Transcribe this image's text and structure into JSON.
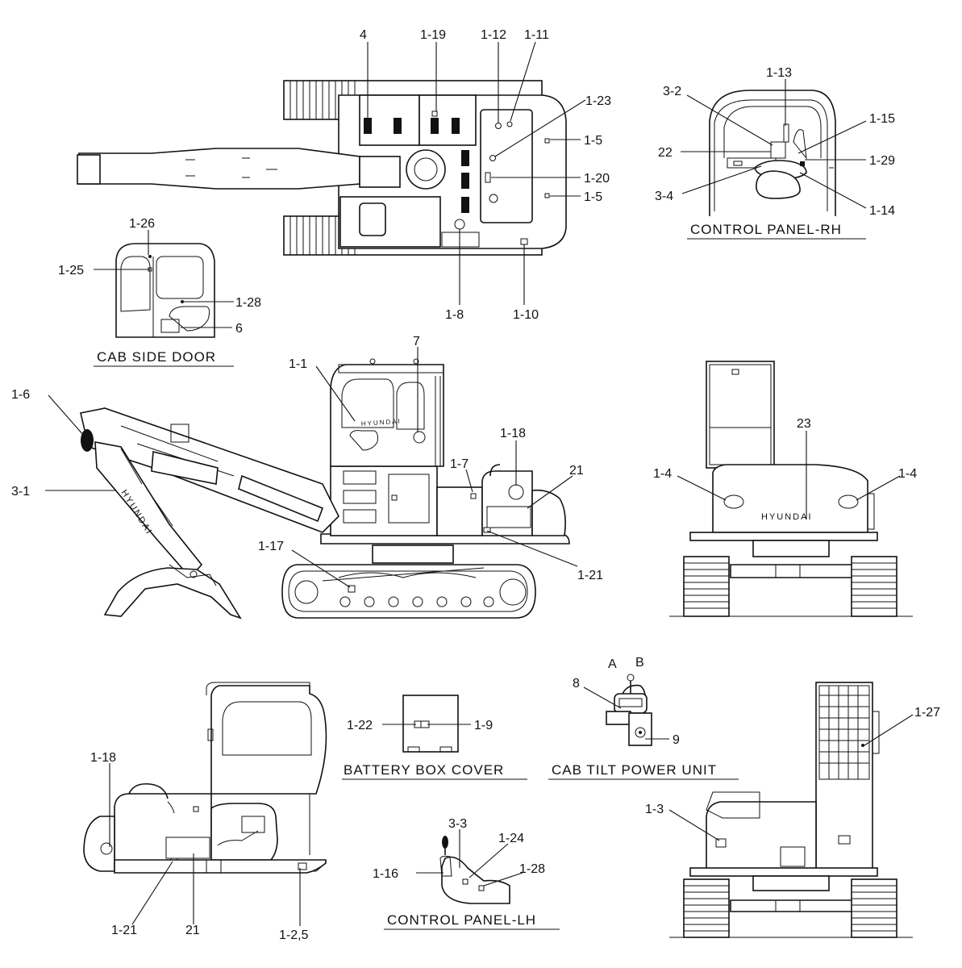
{
  "captions": {
    "control_panel_rh": "CONTROL PANEL-RH",
    "cab_side_door": "CAB SIDE DOOR",
    "battery_box_cover": "BATTERY BOX COVER",
    "cab_tilt_power_unit": "CAB TILT POWER UNIT",
    "control_panel_lh": "CONTROL PANEL-LH"
  },
  "brand_text": "HYUNDAI",
  "labels": {
    "l_4": "4",
    "l_1_19": "1-19",
    "l_1_12": "1-12",
    "l_1_11": "1-11",
    "l_1_23": "1-23",
    "l_1_5a": "1-5",
    "l_1_20": "1-20",
    "l_1_5b": "1-5",
    "l_1_8": "1-8",
    "l_1_10": "1-10",
    "l_1_26": "1-26",
    "l_1_25": "1-25",
    "l_1_28a": "1-28",
    "l_6": "6",
    "l_3_2": "3-2",
    "l_1_13": "1-13",
    "l_1_15": "1-15",
    "l_22": "22",
    "l_1_29": "1-29",
    "l_3_4": "3-4",
    "l_1_14": "1-14",
    "l_1_1": "1-1",
    "l_7": "7",
    "l_1_6": "1-6",
    "l_3_1": "3-1",
    "l_1_18a": "1-18",
    "l_1_7": "1-7",
    "l_21a": "21",
    "l_1_17": "1-17",
    "l_1_21a": "1-21",
    "l_23": "23",
    "l_1_4a": "1-4",
    "l_1_4b": "1-4",
    "l_1_22": "1-22",
    "l_1_9": "1-9",
    "l_A": "A",
    "l_B": "B",
    "l_8": "8",
    "l_9": "9",
    "l_1_27": "1-27",
    "l_1_3": "1-3",
    "l_1_18b": "1-18",
    "l_1_21b": "1-21",
    "l_21b": "21",
    "l_1_2_5": "1-2,5",
    "l_3_3": "3-3",
    "l_1_24": "1-24",
    "l_1_16": "1-16",
    "l_1_28b": "1-28"
  }
}
